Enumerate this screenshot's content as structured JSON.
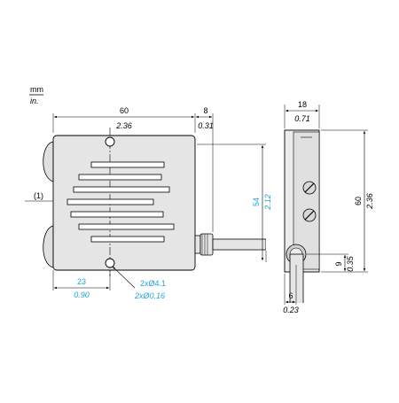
{
  "units": {
    "mm": "mm",
    "inch": "in."
  },
  "front_view": {
    "width_mm": "60",
    "width_in": "2.36",
    "ext_mm": "8",
    "ext_in": "0.31",
    "height_mm": "54",
    "height_in": "2.12",
    "hole_offset_mm": "23",
    "hole_offset_in": "0.90",
    "holes_mm": "2xØ4.1",
    "holes_in": "2xØ0.16",
    "callout": "(1)"
  },
  "side_view": {
    "depth_mm": "18",
    "depth_in": "0.71",
    "height_mm": "60",
    "height_in": "2.36",
    "cable_z_mm": "9",
    "cable_z_in": "0.35",
    "cable_x_mm": "6",
    "cable_x_in": "0.23"
  },
  "colors": {
    "imperial_text": "#1fa7d9",
    "metric_text": "#000000",
    "body_fill": "#e5e5e5"
  }
}
